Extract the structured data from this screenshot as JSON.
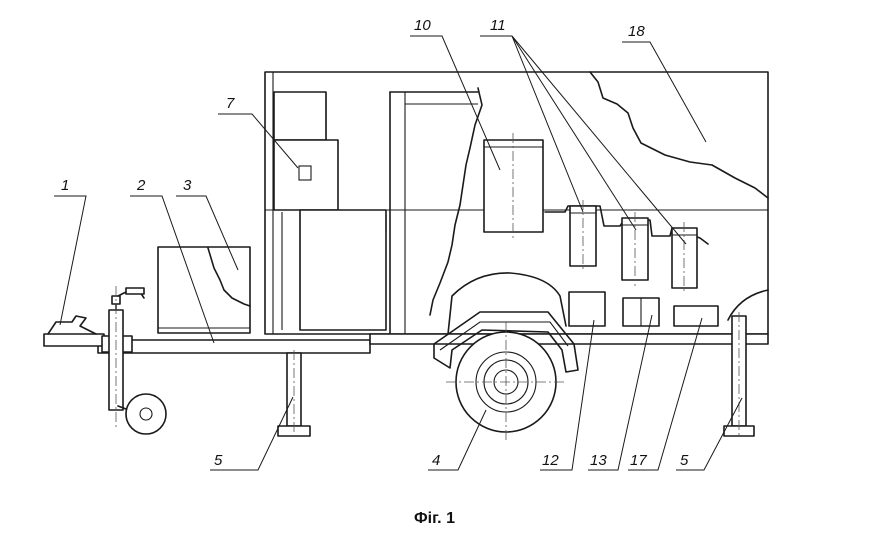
{
  "caption": "Фіг. 1",
  "labels": {
    "l1": "1",
    "l2": "2",
    "l3": "3",
    "l4": "4",
    "l5a": "5",
    "l5b": "5",
    "l7": "7",
    "l10": "10",
    "l11": "11",
    "l12": "12",
    "l13": "13",
    "l17": "17",
    "l18": "18"
  }
}
